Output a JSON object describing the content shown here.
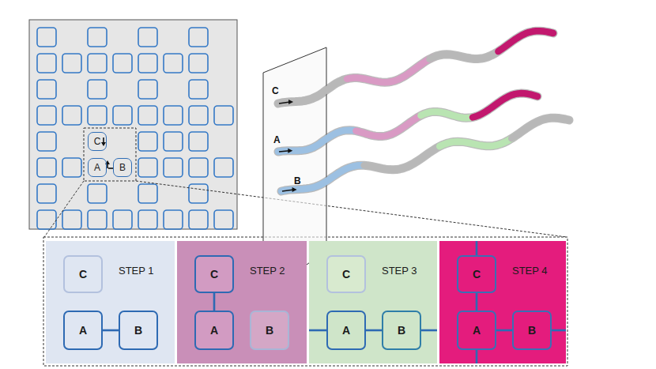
{
  "diagram": {
    "nodes": [
      {
        "text": [
          "C"
        ]
      },
      {
        "text": [
          "A"
        ]
      },
      {
        "text": [
          "B"
        ]
      },
      {
        "text": [
          "STEP 1"
        ]
      },
      {
        "text": [
          "C"
        ],
        "in": 3
      },
      {
        "text": [
          "A"
        ],
        "in": 3
      },
      {
        "text": [
          "B"
        ],
        "in": 3
      },
      {
        "text": [
          "STEP 2"
        ]
      },
      {
        "text": [
          "C"
        ],
        "in": 7
      },
      {
        "text": [
          "A"
        ],
        "in": 7
      },
      {
        "text": [
          "B"
        ],
        "in": 7
      },
      {
        "text": [
          "STEP 3"
        ]
      },
      {
        "text": [
          "C"
        ],
        "in": 11
      },
      {
        "text": [
          "A"
        ],
        "in": 11
      },
      {
        "text": [
          "B"
        ],
        "in": 11
      },
      {
        "text": [
          "STEP 4"
        ]
      },
      {
        "text": [
          "C"
        ],
        "in": 15
      },
      {
        "text": [
          "A"
        ],
        "in": 15
      },
      {
        "text": [
          "B"
        ],
        "in": 15
      }
    ],
    "edges": [
      {
        "from": 5,
        "to": 6,
        "arrow": "none"
      },
      {
        "from": 9,
        "to": 8,
        "arrow": "none"
      },
      {
        "from": 13,
        "to": 14,
        "arrow": "none"
      },
      {
        "from": 17,
        "to": 16,
        "arrow": "none"
      },
      {
        "from": 17,
        "to": 18,
        "arrow": "none"
      }
    ],
    "labels": [
      "C",
      "A",
      "B"
    ]
  }
}
